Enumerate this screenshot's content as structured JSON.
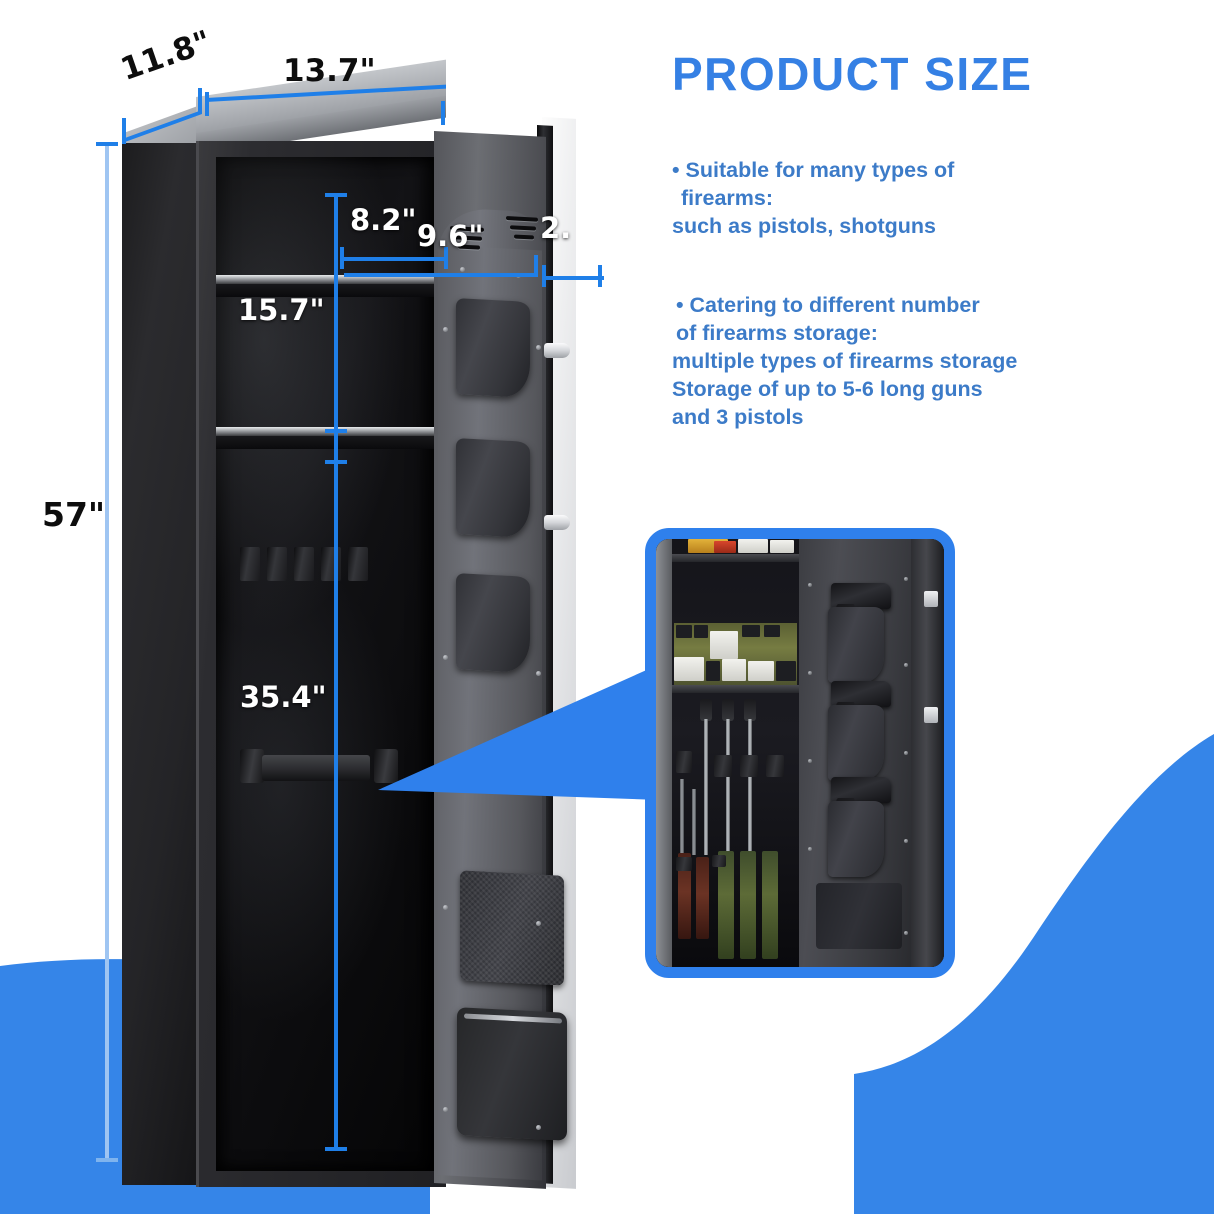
{
  "header": {
    "title": "PRODUCT SIZE"
  },
  "features": [
    {
      "id": "feature-firearm-types",
      "lines": [
        "• Suitable for many types of",
        "firearms:",
        "such as pistols, shotguns"
      ]
    },
    {
      "id": "feature-capacity",
      "lines": [
        "• Catering to different number",
        "of firearms storage:",
        "multiple types of firearms storage",
        "Storage of up to 5-6 long guns",
        "and 3 pistols"
      ]
    }
  ],
  "dimensions": {
    "depth": "11.8\"",
    "width": "13.7\"",
    "height": "57\"",
    "top_compartment_height": "8.2\"",
    "middle_compartment_height": "15.7\"",
    "main_compartment_height": "35.4\"",
    "interior_width": "9.6\"",
    "door_thickness": "2."
  },
  "colors": {
    "accent_blue": "#2F80EC",
    "title_blue": "#3580E4",
    "body_blue": "#3C7BC8",
    "dimension_blue": "#1F7FE8",
    "wave_blue": "#3585E8",
    "label_dark": "#0d0d0d",
    "label_light": "#ffffff"
  },
  "product": {
    "name": "tall-gun-safe",
    "inset_caption": "safe-interior-detail"
  }
}
